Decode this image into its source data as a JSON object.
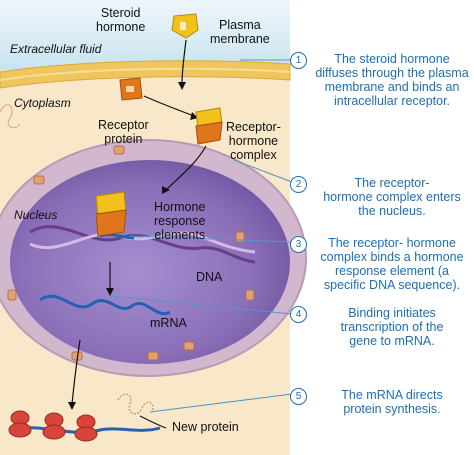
{
  "labels": {
    "steroid_hormone": "Steroid\nhormone",
    "plasma_membrane": "Plasma\nmembrane",
    "extracellular_fluid": "Extracellular fluid",
    "cytoplasm": "Cytoplasm",
    "receptor_protein": "Receptor\nprotein",
    "receptor_hormone_complex": "Receptor-\nhormone\ncomplex",
    "nucleus": "Nucleus",
    "hormone_response_elements": "Hormone\nresponse\nelements",
    "dna": "DNA",
    "mrna": "mRNA",
    "new_protein": "New protein"
  },
  "steps": [
    {
      "num": "1",
      "text": "The steroid hormone\ndiffuses through the plasma\nmembrane and binds an\nintracellular receptor."
    },
    {
      "num": "2",
      "text": "The receptor-\nhormone complex enters\nthe nucleus."
    },
    {
      "num": "3",
      "text": "The receptor- hormone\ncomplex binds a hormone\nresponse element  (a\nspecific DNA sequence)."
    },
    {
      "num": "4",
      "text": "Binding initiates\ntranscription of the\ngene to mRNA."
    },
    {
      "num": "5",
      "text": "The mRNA directs\nprotein synthesis."
    }
  ],
  "colors": {
    "extracellular": "#d7ecf5",
    "membrane": "#efc65d",
    "cytoplasm": "#f8e7c8",
    "nuclear_envelope": "#d2b8cf",
    "nucleus": "#8a6fb8",
    "hormone": "#f3c11b",
    "receptor": "#e0751c",
    "dna": "#6a3d8a",
    "mrna": "#2561b2",
    "protein": "#d8443a",
    "step_text": "#1d6fb3"
  }
}
